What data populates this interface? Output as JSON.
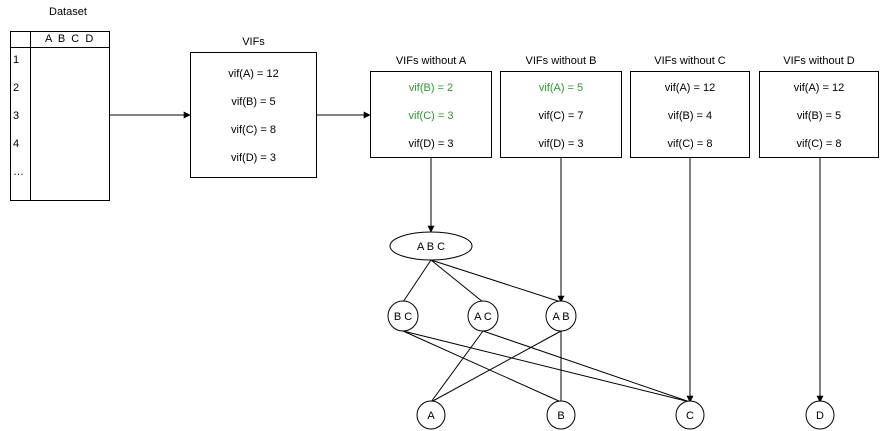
{
  "dataset": {
    "title": "Dataset",
    "header": "A  B  C  D",
    "row_labels": [
      "1",
      "2",
      "3",
      "4",
      "…"
    ]
  },
  "vifs": {
    "title": "VIFs",
    "lines": [
      "vif(A) = 12",
      "vif(B) = 5",
      "vif(C) = 8",
      "vif(D) = 3"
    ]
  },
  "without": [
    {
      "title": "VIFs without A",
      "lines": [
        {
          "text": "vif(B) = 2",
          "highlight": true
        },
        {
          "text": "vif(C) = 3",
          "highlight": true
        },
        {
          "text": "vif(D) = 3",
          "highlight": false
        }
      ]
    },
    {
      "title": "VIFs without B",
      "lines": [
        {
          "text": "vif(A) = 5",
          "highlight": true
        },
        {
          "text": "vif(C) = 7",
          "highlight": false
        },
        {
          "text": "vif(D) = 3",
          "highlight": false
        }
      ]
    },
    {
      "title": "VIFs without C",
      "lines": [
        {
          "text": "vif(A) = 12",
          "highlight": false
        },
        {
          "text": "vif(B) = 4",
          "highlight": false
        },
        {
          "text": "vif(C) = 8",
          "highlight": false
        }
      ]
    },
    {
      "title": "VIFs without D",
      "lines": [
        {
          "text": "vif(A) = 12",
          "highlight": false
        },
        {
          "text": "vif(B) = 5",
          "highlight": false
        },
        {
          "text": "vif(C) = 8",
          "highlight": false
        }
      ]
    }
  ],
  "highlight_color": "#2e9a2e",
  "tree": {
    "root": "A B C",
    "level2": [
      "B C",
      "A C",
      "A B"
    ],
    "leaves": [
      "A",
      "B",
      "C",
      "D"
    ]
  }
}
